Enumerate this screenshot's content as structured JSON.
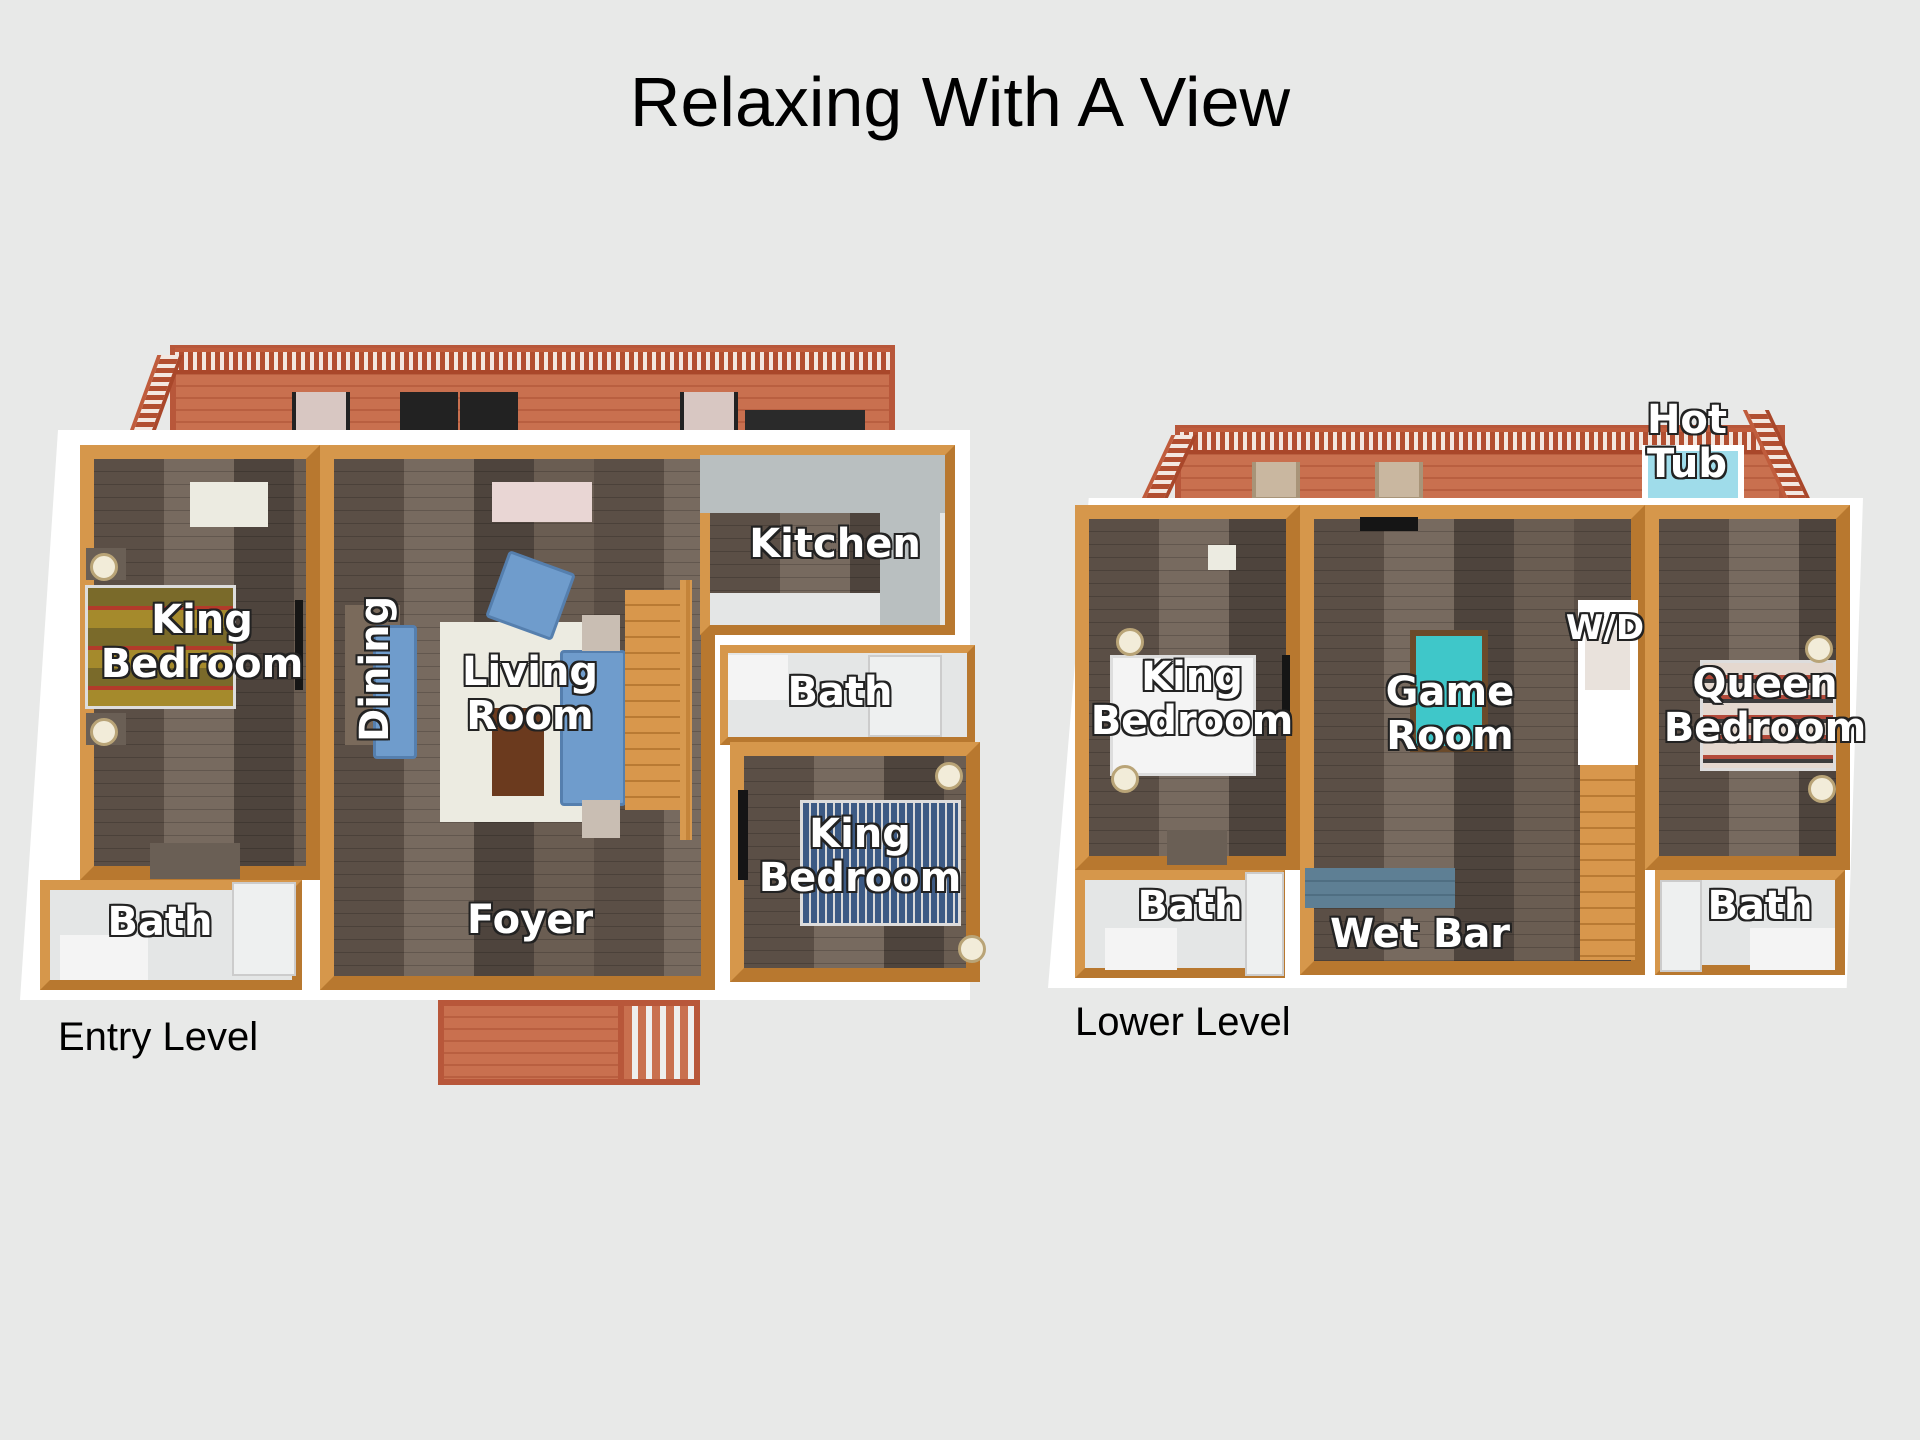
{
  "title": "Relaxing With A View",
  "levels": [
    {
      "name": "Entry Level",
      "rooms": [
        {
          "id": "king-bedroom-1",
          "label_lines": [
            "King",
            "Bedroom"
          ]
        },
        {
          "id": "dining",
          "label_lines": [
            "Dining"
          ]
        },
        {
          "id": "living-room",
          "label_lines": [
            "Living",
            "Room"
          ]
        },
        {
          "id": "kitchen",
          "label_lines": [
            "Kitchen"
          ]
        },
        {
          "id": "bath-hall",
          "label_lines": [
            "Bath"
          ]
        },
        {
          "id": "king-bedroom-2",
          "label_lines": [
            "King",
            "Bedroom"
          ]
        },
        {
          "id": "bath-entry",
          "label_lines": [
            "Bath"
          ]
        },
        {
          "id": "foyer",
          "label_lines": [
            "Foyer"
          ]
        }
      ]
    },
    {
      "name": "Lower Level",
      "rooms": [
        {
          "id": "hot-tub",
          "label_lines": [
            "Hot",
            "Tub"
          ]
        },
        {
          "id": "king-bedroom-lower",
          "label_lines": [
            "King",
            "Bedroom"
          ]
        },
        {
          "id": "game-room",
          "label_lines": [
            "Game",
            "Room"
          ]
        },
        {
          "id": "wd",
          "label_lines": [
            "W/D"
          ]
        },
        {
          "id": "queen-bedroom",
          "label_lines": [
            "Queen",
            "Bedroom"
          ]
        },
        {
          "id": "bath-lower-left",
          "label_lines": [
            "Bath"
          ]
        },
        {
          "id": "wet-bar",
          "label_lines": [
            "Wet Bar"
          ]
        },
        {
          "id": "bath-lower-right",
          "label_lines": [
            "Bath"
          ]
        }
      ]
    }
  ],
  "colors": {
    "background": "#e8e9e8",
    "deck": "#c9704f",
    "wood_wall": "#d6974b",
    "floor": "#5b4f46",
    "pool_felt": "#3fc7c9",
    "hot_tub_water": "#9fdcea"
  }
}
